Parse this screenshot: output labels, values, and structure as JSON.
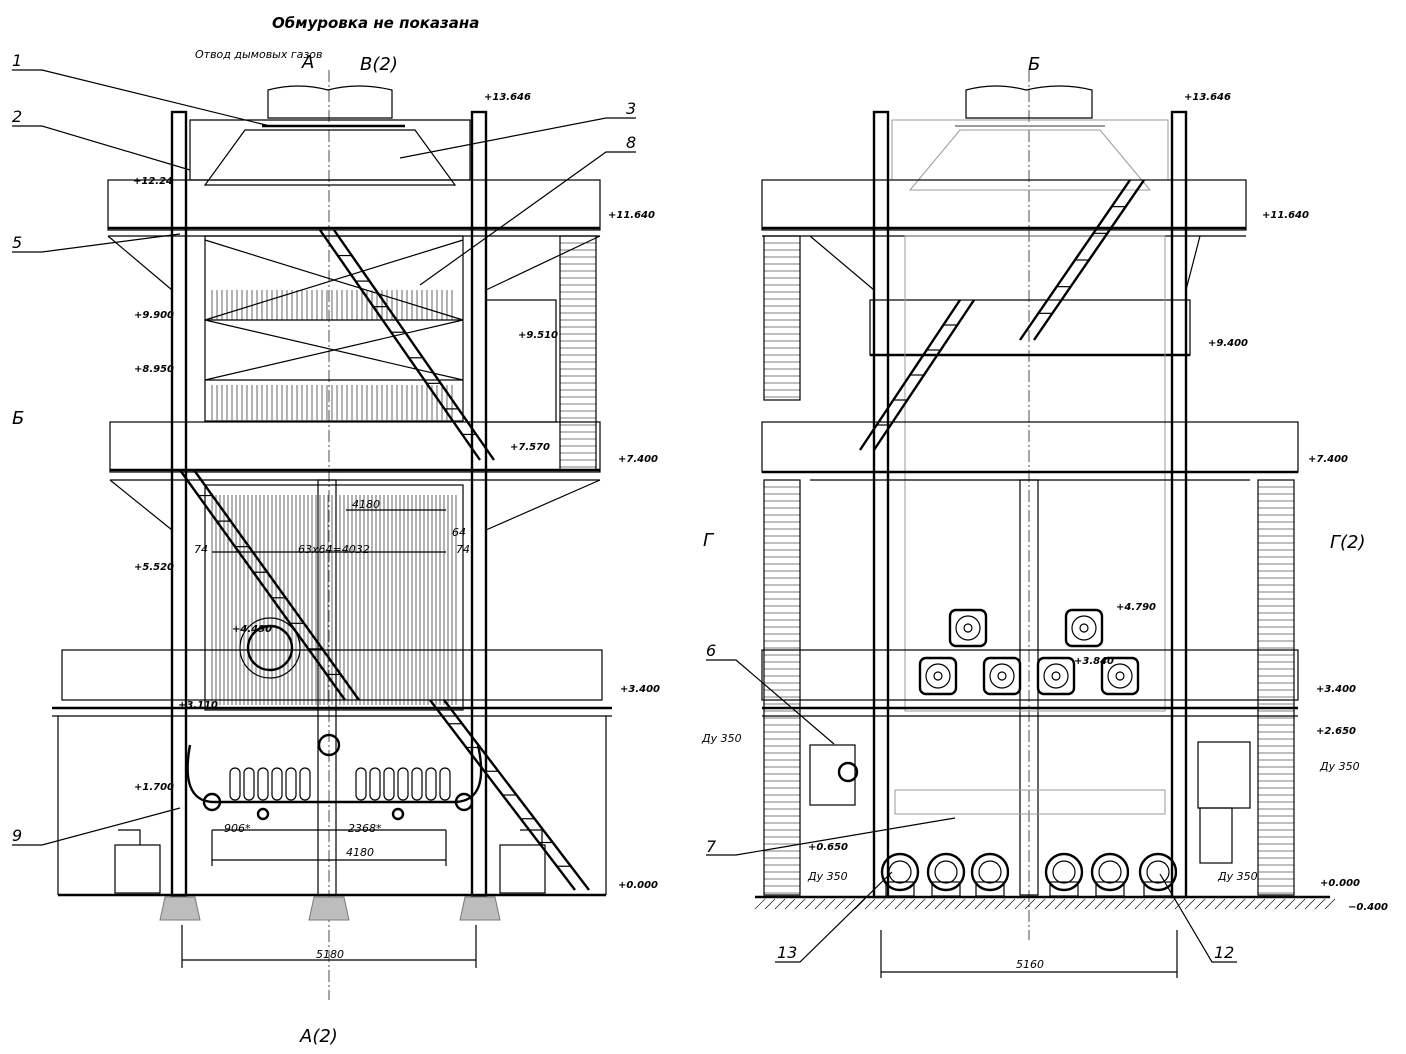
{
  "title": "Обмуровка не показана",
  "flue_gas_outlet": "Отвод дымовых газов",
  "sections": {
    "a_top": "А",
    "a_bottom": "А(2)",
    "v_top": "В(2)",
    "b_left": "Б",
    "b_right_title": "Б",
    "g_left": "Г",
    "g_right": "Г(2)"
  },
  "callouts": [
    "1",
    "2",
    "3",
    "5",
    "6",
    "7",
    "8",
    "9",
    "12",
    "13"
  ],
  "elevations_left": [
    "+13.646",
    "+12.24",
    "+11.640",
    "+9.900",
    "+9.510",
    "+8.950",
    "+7.570",
    "+7.400",
    "+5.520",
    "+4.490",
    "+3.400",
    "+3.110",
    "+1.700",
    "+0.000"
  ],
  "elevations_right": [
    "+13.646",
    "+11.640",
    "+9.400",
    "+7.400",
    "+4.790",
    "+3.840",
    "+3.400",
    "+2.650",
    "+0.650",
    "+0.000",
    "−0.400"
  ],
  "dimensions_left": [
    "4180",
    "74",
    "64",
    "74",
    "63х64=4032",
    "906*",
    "2368*",
    "4180",
    "5180"
  ],
  "dimensions_right": [
    "5160"
  ],
  "pipe_labels": [
    "Ду 350",
    "Ду 350",
    "Ду 350",
    "Ду 350"
  ]
}
